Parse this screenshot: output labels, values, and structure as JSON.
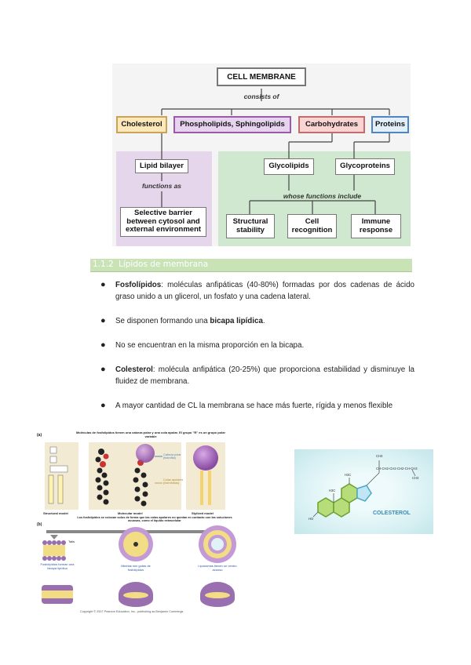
{
  "concept_map": {
    "title": "CELL MEMBRANE",
    "consists_of": "consists of",
    "components": [
      "Cholesterol",
      "Phospholipids, Sphingolipids",
      "Carbohydrates",
      "Proteins"
    ],
    "lipid_bilayer": "Lipid bilayer",
    "functions_as": "functions as",
    "selective_barrier": "Selective barrier between cytosol and external environment",
    "glycolipids": "Glycolipids",
    "glycoproteins": "Glycoproteins",
    "whose_functions": "whose functions include",
    "functions": [
      "Structural stability",
      "Cell recognition",
      "Immune response"
    ]
  },
  "section": {
    "number": "1.1.2",
    "title": "Lípidos de membrana"
  },
  "bullets": [
    {
      "bold": "Fosfolípidos",
      "text": ": moléculas anfipáticas (40-80%) formadas por dos cadenas de ácido graso unido a un glicerol, un fosfato y una cadena lateral."
    },
    {
      "pre": "Se disponen formando una ",
      "bold": "bicapa lipídica",
      "post": "."
    },
    {
      "text": "No se encuentran en la misma proporción en la bicapa."
    },
    {
      "bold": "Colesterol",
      "text": ": molécula anfipática (20-25%) que proporciona estabilidad y disminuye la fluidez de membrana."
    },
    {
      "text": "A mayor cantidad de CL la membrana se hace más fuerte, rígida y menos flexible"
    }
  ],
  "phospholipid_figure": {
    "panel_a": "(a)",
    "panel_b": "(b)",
    "caption_top": "Moléculas de fosfolípidos tienen una cabeza polar y una cola apolar. El grupo \"R\" es un grupo polar variable",
    "head_label": "Cabeza polar (hidrófila)",
    "tail_label": "Colas apolares (hidrófobas)",
    "structural_model": "Structural model",
    "molecular_model": "Molecular model",
    "stylized_model": "Stylized model",
    "caption_middle": "Los fosfolípidos se colocan solos de forma que las colas apolares no quedan en contacto con las soluciones acuosas, como el líquido extracelular",
    "tails": "Tails",
    "bilayer_label": "Fosfolípidos forman una bicapa lipídica",
    "micelle_label": "Micelas son gotas de fosfolípidos",
    "liposome_label": "Liposomas tienen un centro acuoso",
    "copyright": "Copyright © 2007 Pearson Education, Inc., publishing as Benjamin Cummings"
  },
  "cholesterol_figure": {
    "label": "COLESTEROL",
    "side_chain": "CH-CH2-CH2-CH2-CH-CH3",
    "ch3_top": "CH3",
    "ch3_right": "CH3",
    "h3c_1": "H3C",
    "h3c_2": "H3C",
    "ho": "HO"
  }
}
